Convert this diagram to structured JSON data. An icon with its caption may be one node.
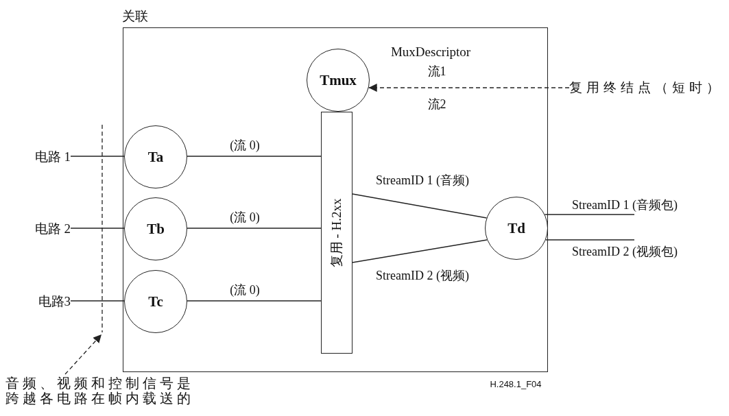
{
  "diagram": {
    "nodes": [
      {
        "text": [
          "关联"
        ]
      },
      {
        "text": [
          "Tmux"
        ],
        "in": 0
      },
      {
        "text": [
          "Ta"
        ],
        "in": 0
      },
      {
        "text": [
          "Tb"
        ],
        "in": 0
      },
      {
        "text": [
          "Tc"
        ],
        "in": 0
      },
      {
        "text": [
          "复用 - H.2xx"
        ],
        "in": 0
      },
      {
        "text": [
          "Td"
        ],
        "in": 0
      },
      {
        "text": [
          "电路 1"
        ]
      },
      {
        "text": [
          "电路 2"
        ]
      },
      {
        "text": [
          "电路3"
        ]
      },
      {
        "text": [
          "复用终结点（短时）"
        ]
      },
      {
        "text": [
          "音频、视频和控制信号是跨越各电路在帧内载送的"
        ]
      },
      {
        "text": [],
        "shape": "line"
      }
    ],
    "edges": [
      {
        "from": 7,
        "to": 2,
        "arrow": "none"
      },
      {
        "from": 8,
        "to": 3,
        "arrow": "none"
      },
      {
        "from": 9,
        "to": 4,
        "arrow": "none"
      },
      {
        "from": 2,
        "to": 5,
        "arrow": "none",
        "label": "(流 0)"
      },
      {
        "from": 3,
        "to": 5,
        "arrow": "none",
        "label": "(流 0)"
      },
      {
        "from": 4,
        "to": 5,
        "arrow": "none",
        "label": "(流 0)"
      },
      {
        "from": 5,
        "to": 6,
        "arrow": "none",
        "label": "StreamID 1 (音频)"
      },
      {
        "from": 5,
        "to": 6,
        "arrow": "none",
        "label": "StreamID 2 (视频)"
      },
      {
        "from": 6,
        "to": null,
        "arrow": "none",
        "label": "StreamID 1 (音频包)"
      },
      {
        "from": 6,
        "to": null,
        "arrow": "none",
        "label": "StreamID 2 (视频包)"
      },
      {
        "from": 10,
        "to": 1,
        "arrow": "to",
        "style": "dashed"
      },
      {
        "from": 11,
        "to": 12,
        "arrow": "to",
        "style": "dashed"
      }
    ],
    "labels": [
      "MuxDescriptor",
      "流1",
      "流2",
      "H.248.1_F04"
    ]
  }
}
